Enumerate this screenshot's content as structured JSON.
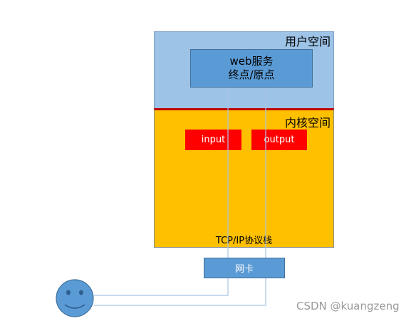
{
  "diagram": {
    "user_space_label": "用户空间",
    "kernel_space_label": "内核空间",
    "web_endpoint": {
      "line1": "web服务",
      "line2": "终点/原点"
    },
    "input_label": "input",
    "output_label": "output",
    "stack_label": "TCP/IP协议栈",
    "nic_label": "网卡",
    "user_icon": "smiley-face-icon"
  },
  "colors": {
    "user_space": "#9dc3e6",
    "kernel_space": "#ffc000",
    "boundary": "#c00000",
    "endpoint_box": "#5b9bd5",
    "buffer_box": "#ff0000",
    "face": "#5b9bd5"
  },
  "watermark": "CSDN @kuangzeng"
}
